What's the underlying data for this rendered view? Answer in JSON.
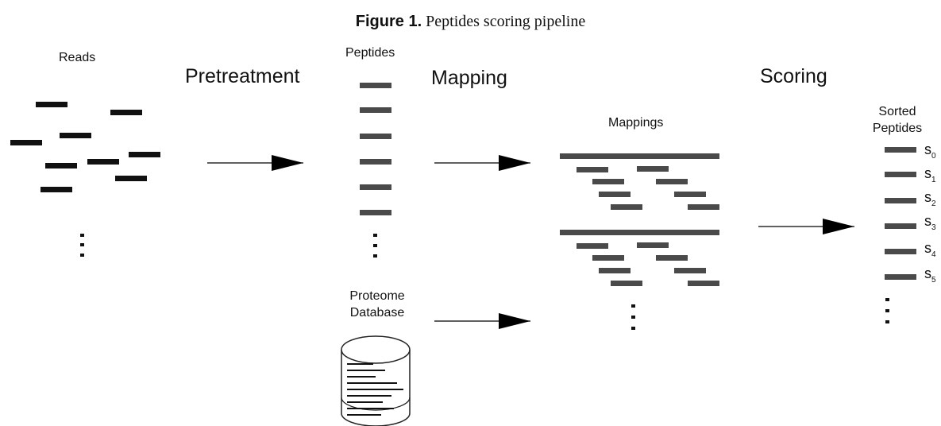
{
  "caption": {
    "figure_label": "Figure 1.",
    "title": "Peptides scoring pipeline"
  },
  "stages": {
    "pretreatment": "Pretreatment",
    "mapping": "Mapping",
    "scoring": "Scoring"
  },
  "nodes": {
    "reads": "Reads",
    "peptides": "Peptides",
    "mappings": "Mappings",
    "proteome_line1": "Proteome",
    "proteome_line2": "Database",
    "sorted_line1": "Sorted",
    "sorted_line2": "Peptides"
  },
  "scores": [
    {
      "letter": "s",
      "index": "0"
    },
    {
      "letter": "s",
      "index": "1"
    },
    {
      "letter": "s",
      "index": "2"
    },
    {
      "letter": "s",
      "index": "3"
    },
    {
      "letter": "s",
      "index": "4"
    },
    {
      "letter": "s",
      "index": "5"
    }
  ],
  "ellipsis": "⋮",
  "colors": {
    "read_bar": "#111111",
    "peptide_bar": "#4a4a4a",
    "arrow": "#000000",
    "db_outline": "#222222"
  }
}
